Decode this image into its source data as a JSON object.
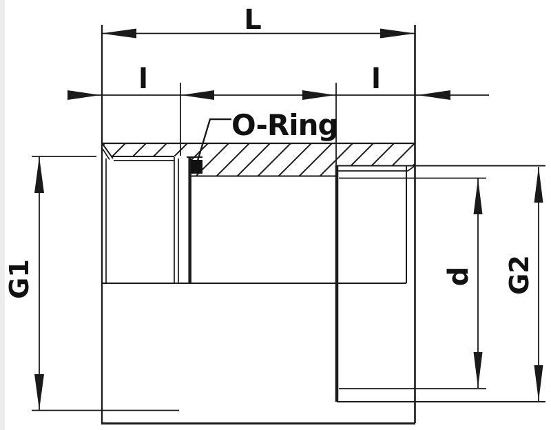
{
  "drawing": {
    "type": "technical-section-drawing",
    "subject": "Threaded reducing adapter socket with O-Ring, half-section view",
    "background_color": "#ffffff",
    "line_color": "#1a1a1a",
    "fill_color": "#111111",
    "margin_strip_color": "#ededed"
  },
  "dimensions": {
    "overall_length": "L",
    "insertion_depth_left": "l",
    "insertion_depth_right": "l",
    "thread_size_left": "G1",
    "thread_size_right": "G2",
    "inner_diameter": "d"
  },
  "annotations": {
    "oring_label": "O-Ring"
  }
}
